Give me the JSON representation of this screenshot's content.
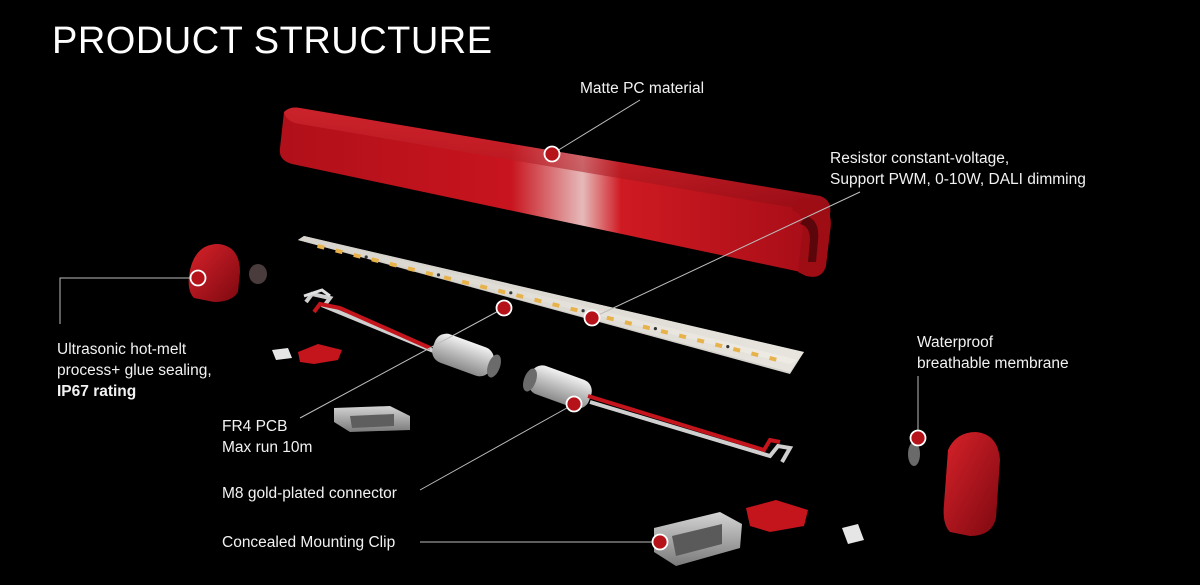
{
  "title": "PRODUCT STRUCTURE",
  "callouts": {
    "matte_pc": "Matte PC material",
    "resistor_1": "Resistor constant-voltage,",
    "resistor_2": "Support PWM, 0-10W, DALI dimming",
    "ultrasonic_1": "Ultrasonic hot-melt",
    "ultrasonic_2": "process+ glue sealing,",
    "ultrasonic_3": "IP67 rating",
    "waterproof_1": "Waterproof",
    "waterproof_2": "breathable membrane",
    "fr4_1": "FR4 PCB",
    "fr4_2": "Max run 10m",
    "m8": "M8 gold-plated connector",
    "clip": "Concealed Mounting Clip"
  },
  "colors": {
    "background": "#000000",
    "accent_red": "#c4141c",
    "pcb": "#d9d6cf",
    "led": "#e8b24a",
    "wire_grey": "#cfcfcf",
    "text": "#ffffff"
  }
}
